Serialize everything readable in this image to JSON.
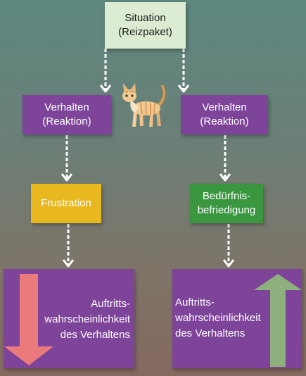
{
  "situation": {
    "line1": "Situation",
    "line2": "(Reizpaket)"
  },
  "left": {
    "behavior": {
      "line1": "Verhalten",
      "line2": "(Reaktion)"
    },
    "outcome": "Frustration",
    "result": {
      "line1": "Auftritts-",
      "line2": "wahrscheinlichkeit",
      "line3": "des Verhaltens"
    },
    "trend": "decrease"
  },
  "right": {
    "behavior": {
      "line1": "Verhalten",
      "line2": "(Reaktion)"
    },
    "outcome": {
      "line1": "Bedürfnis-",
      "line2": "befriedigung"
    },
    "result": {
      "line1": "Auftritts-",
      "line2": "wahrscheinlichkeit",
      "line3": "des Verhaltens"
    },
    "trend": "increase"
  },
  "colors": {
    "situation": "#dcecd2",
    "behavior": "#7d449a",
    "frustration": "#e8b81e",
    "satisfaction": "#3a9740",
    "decrease_arrow": "#ea7a7c",
    "increase_arrow": "#8eb07d"
  },
  "icons": {
    "cat": "cat-icon"
  }
}
